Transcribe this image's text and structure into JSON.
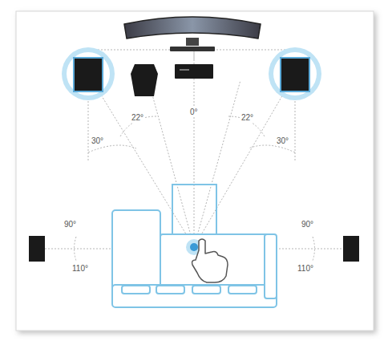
{
  "diagram": {
    "labels": [
      "22°",
      "0°",
      "22°",
      "30°",
      "30°",
      "90°",
      "90°",
      "110°",
      "110°"
    ]
  }
}
